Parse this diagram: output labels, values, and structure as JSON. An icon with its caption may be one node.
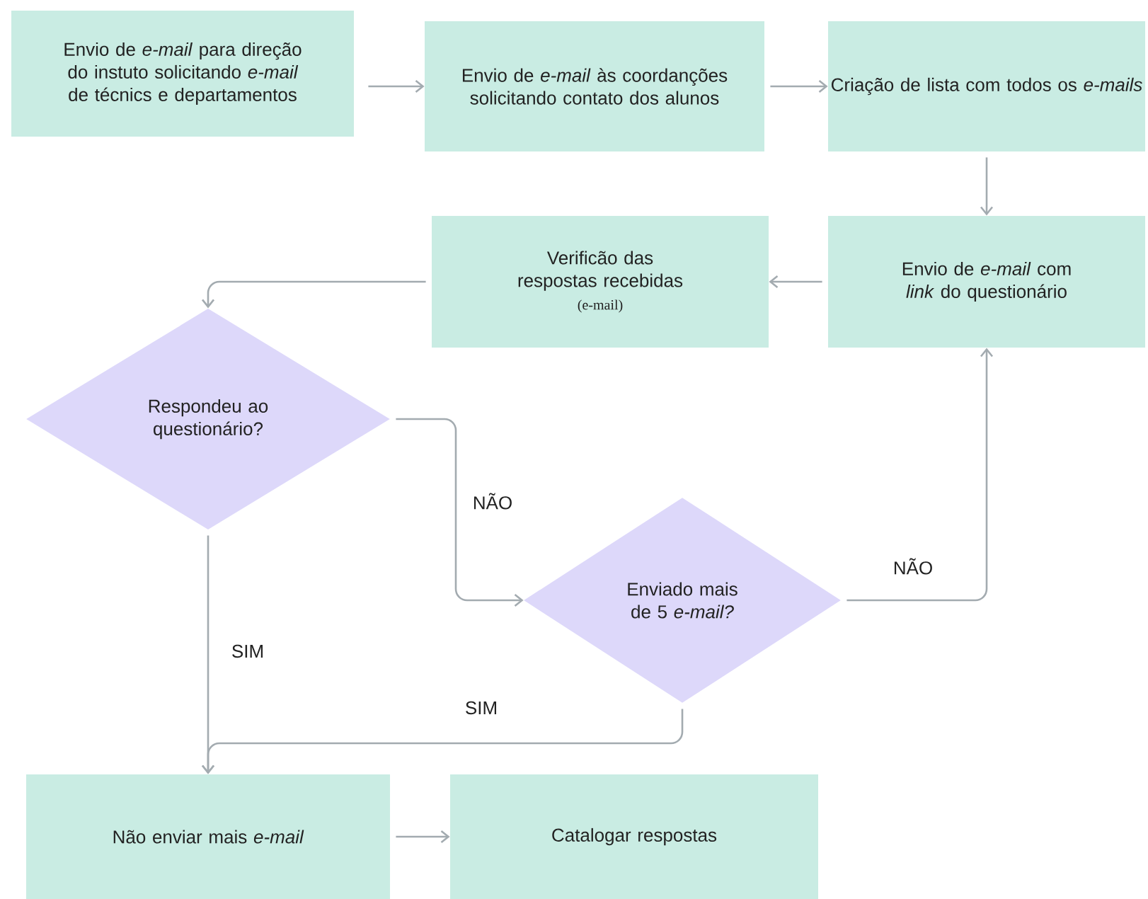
{
  "diagram": {
    "nodes": [
      {
        "text": [
          "Envio de *e-mail* para direção do instuto solicitando *e-mail* de técnics e departamentos"
        ]
      },
      {
        "text": [
          "Envio de *e-mail* às coordanções solicitando contato dos alunos"
        ]
      },
      {
        "text": [
          "Criação de lista com todos os *e-mails*"
        ]
      },
      {
        "text": [
          "Envio de *e-mail* com *link* do questionário"
        ]
      },
      {
        "text": [
          "Verificão das respostas recebidas",
          "(e-mail)"
        ]
      },
      {
        "text": [
          "Respondeu ao questionário?"
        ]
      },
      {
        "text": [
          "Enviado mais de 5 *e-mail?*"
        ]
      },
      {
        "text": [
          "Não enviar mais *e-mail*"
        ]
      },
      {
        "text": [
          "Catalogar respostas"
        ]
      }
    ],
    "edges": [
      {
        "from": 0,
        "to": 1,
        "arrow": "to"
      },
      {
        "from": 1,
        "to": 2,
        "arrow": "to"
      },
      {
        "from": 2,
        "to": 3,
        "arrow": "to"
      },
      {
        "from": 3,
        "to": 4,
        "arrow": "to"
      },
      {
        "from": 4,
        "to": 5,
        "arrow": "to"
      },
      {
        "from": 5,
        "to": 6,
        "arrow": "to",
        "label": "NÃO"
      },
      {
        "from": 6,
        "to": 3,
        "arrow": "to",
        "label": "NÃO"
      },
      {
        "from": 5,
        "to": 7,
        "arrow": "to",
        "label": "SIM"
      },
      {
        "from": 6,
        "to": 7,
        "arrow": "to",
        "label": "SIM"
      },
      {
        "from": 7,
        "to": 8,
        "arrow": "to"
      }
    ]
  }
}
